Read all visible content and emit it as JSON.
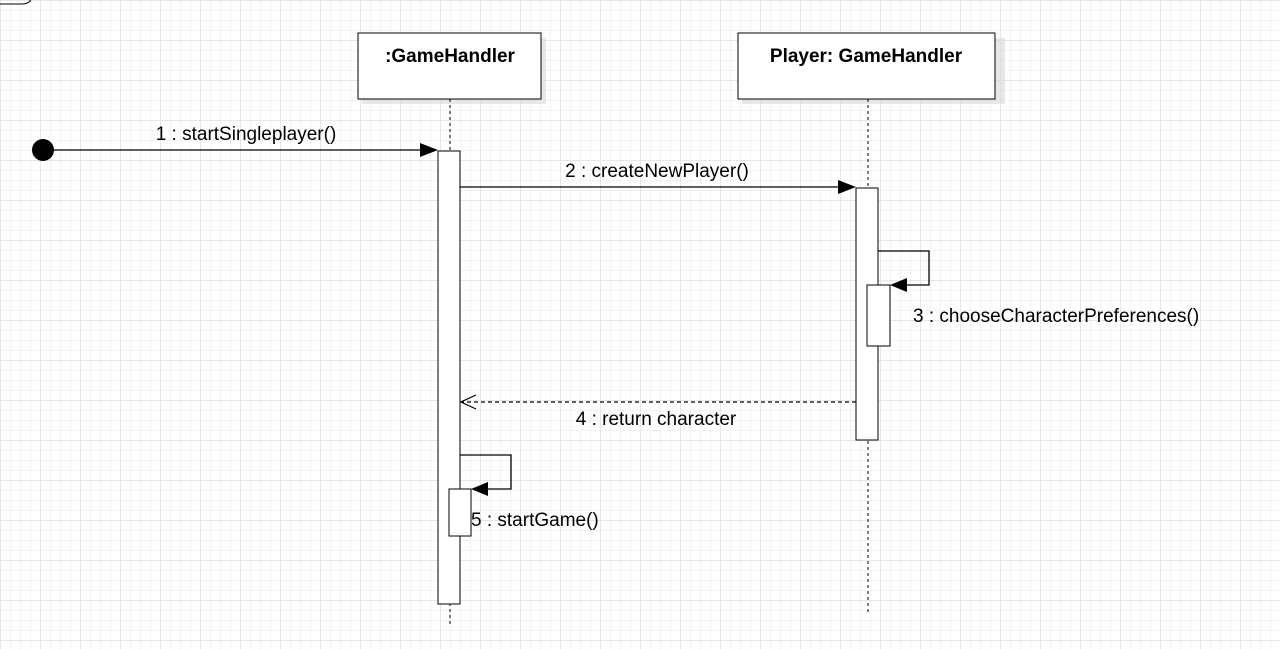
{
  "diagram": {
    "type": "uml-sequence",
    "lifelines": [
      {
        "id": "gamehandler",
        "title": ":GameHandler"
      },
      {
        "id": "player",
        "title": "Player: GameHandler"
      }
    ],
    "messages": [
      {
        "num": 1,
        "label": "1 : startSingleplayer()",
        "from": "found",
        "to": "gamehandler",
        "kind": "sync"
      },
      {
        "num": 2,
        "label": "2 : createNewPlayer()",
        "from": "gamehandler",
        "to": "player",
        "kind": "sync"
      },
      {
        "num": 3,
        "label": "3 : chooseCharacterPreferences()",
        "from": "player",
        "to": "player",
        "kind": "self"
      },
      {
        "num": 4,
        "label": "4 : return character",
        "from": "player",
        "to": "gamehandler",
        "kind": "return"
      },
      {
        "num": 5,
        "label": "5 : startGame()",
        "from": "gamehandler",
        "to": "gamehandler",
        "kind": "self"
      }
    ]
  }
}
